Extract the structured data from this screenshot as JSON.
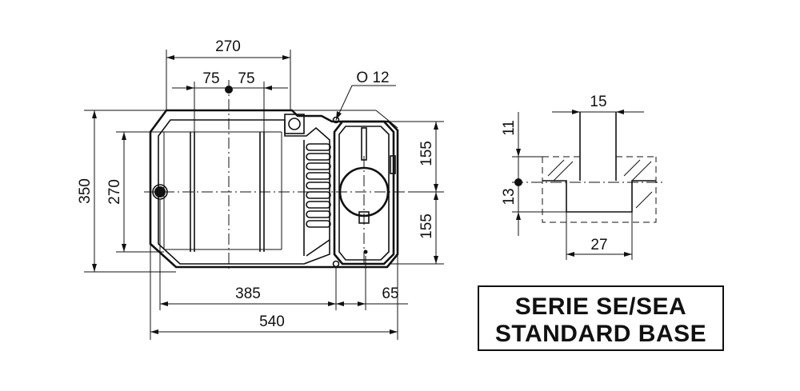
{
  "title": {
    "line1": "SERIE SE/SEA",
    "line2": "STANDARD BASE"
  },
  "dimensions": {
    "top_width": "270",
    "half_left": "75",
    "half_right": "75",
    "hole_dia": "O 12",
    "total_height": "350",
    "inner_height": "270",
    "upper_half": "155",
    "lower_half": "155",
    "hole_spacing": "385",
    "right_offset": "65",
    "total_length": "540"
  },
  "slot_detail": {
    "slot_width": "15",
    "top_depth": "11",
    "lower_depth": "13",
    "bottom_width": "27"
  },
  "colors": {
    "line": "#111111",
    "background": "#ffffff"
  }
}
